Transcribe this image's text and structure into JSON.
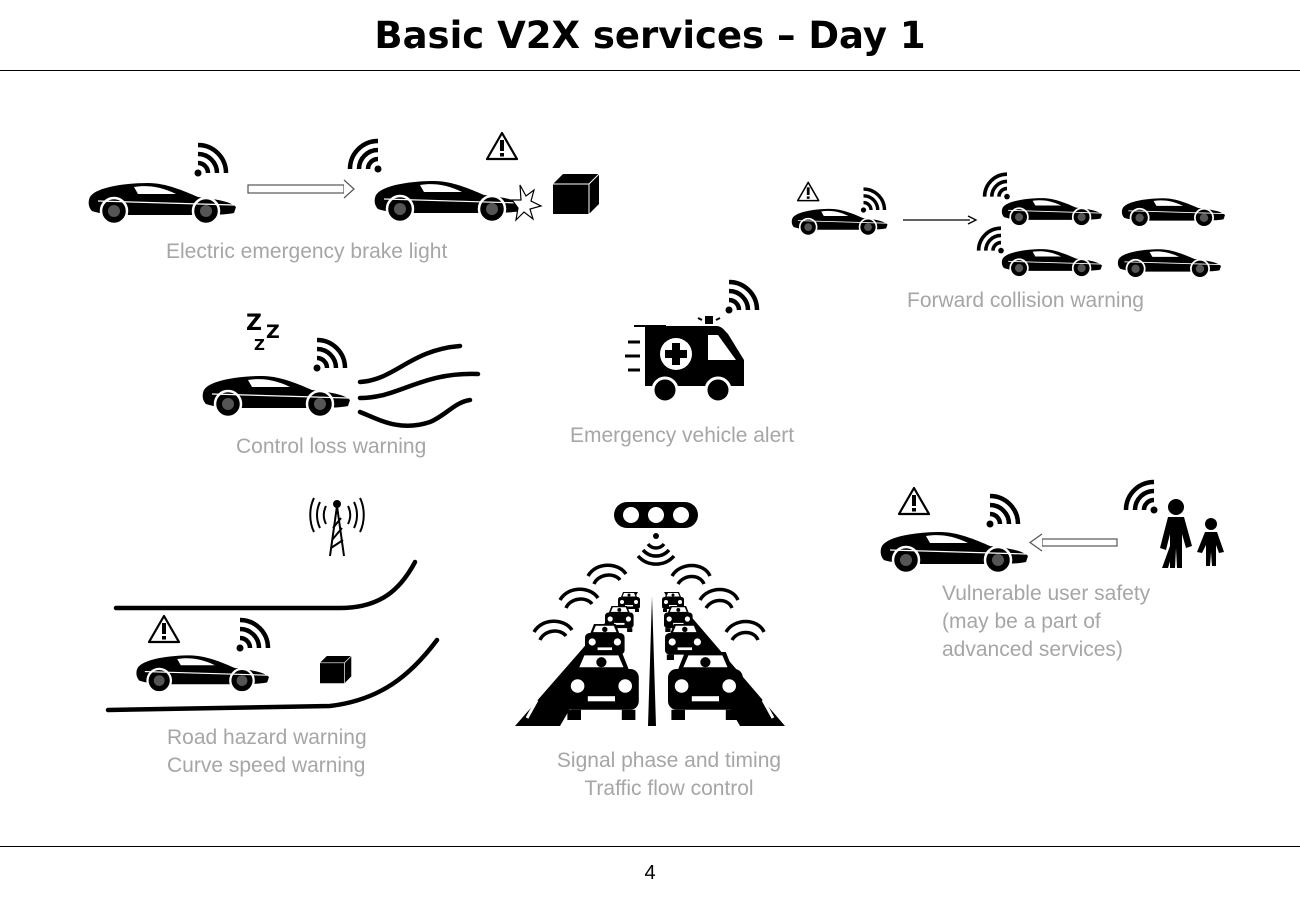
{
  "title": "Basic V2X services – Day 1",
  "page_number": "4",
  "services": {
    "eebl": {
      "caption": "Electric emergency brake light",
      "icons": [
        "car-icon",
        "wifi-signal-icon",
        "arrow-right-icon",
        "warning-icon",
        "crash-burst-icon",
        "box-obstacle-icon"
      ]
    },
    "fcw": {
      "caption": "Forward collision warning",
      "icons": [
        "car-icon",
        "warning-icon",
        "wifi-signal-icon",
        "arrow-right-icon"
      ]
    },
    "clw": {
      "caption": "Control loss warning",
      "icons": [
        "sleeping-zzz-icon",
        "car-icon",
        "wifi-signal-icon",
        "wind-wave-icon"
      ]
    },
    "eva": {
      "caption": "Emergency vehicle alert",
      "icons": [
        "ambulance-icon",
        "wifi-signal-icon"
      ]
    },
    "rhw": {
      "caption_lines": [
        "Road hazard warning",
        "Curve speed warning"
      ],
      "icons": [
        "cell-tower-icon",
        "curved-road-icon",
        "warning-icon",
        "car-icon",
        "box-obstacle-icon"
      ]
    },
    "spat": {
      "caption_lines": [
        "Signal phase and timing",
        "Traffic flow control"
      ],
      "icons": [
        "traffic-light-icon",
        "road-traffic-icon",
        "wifi-signal-icon"
      ]
    },
    "vru": {
      "caption_lines": [
        "Vulnerable user safety",
        "(may be a part of",
        "advanced services)"
      ],
      "icons": [
        "warning-icon",
        "car-icon",
        "arrow-left-icon",
        "pedestrian-family-icon"
      ]
    }
  }
}
